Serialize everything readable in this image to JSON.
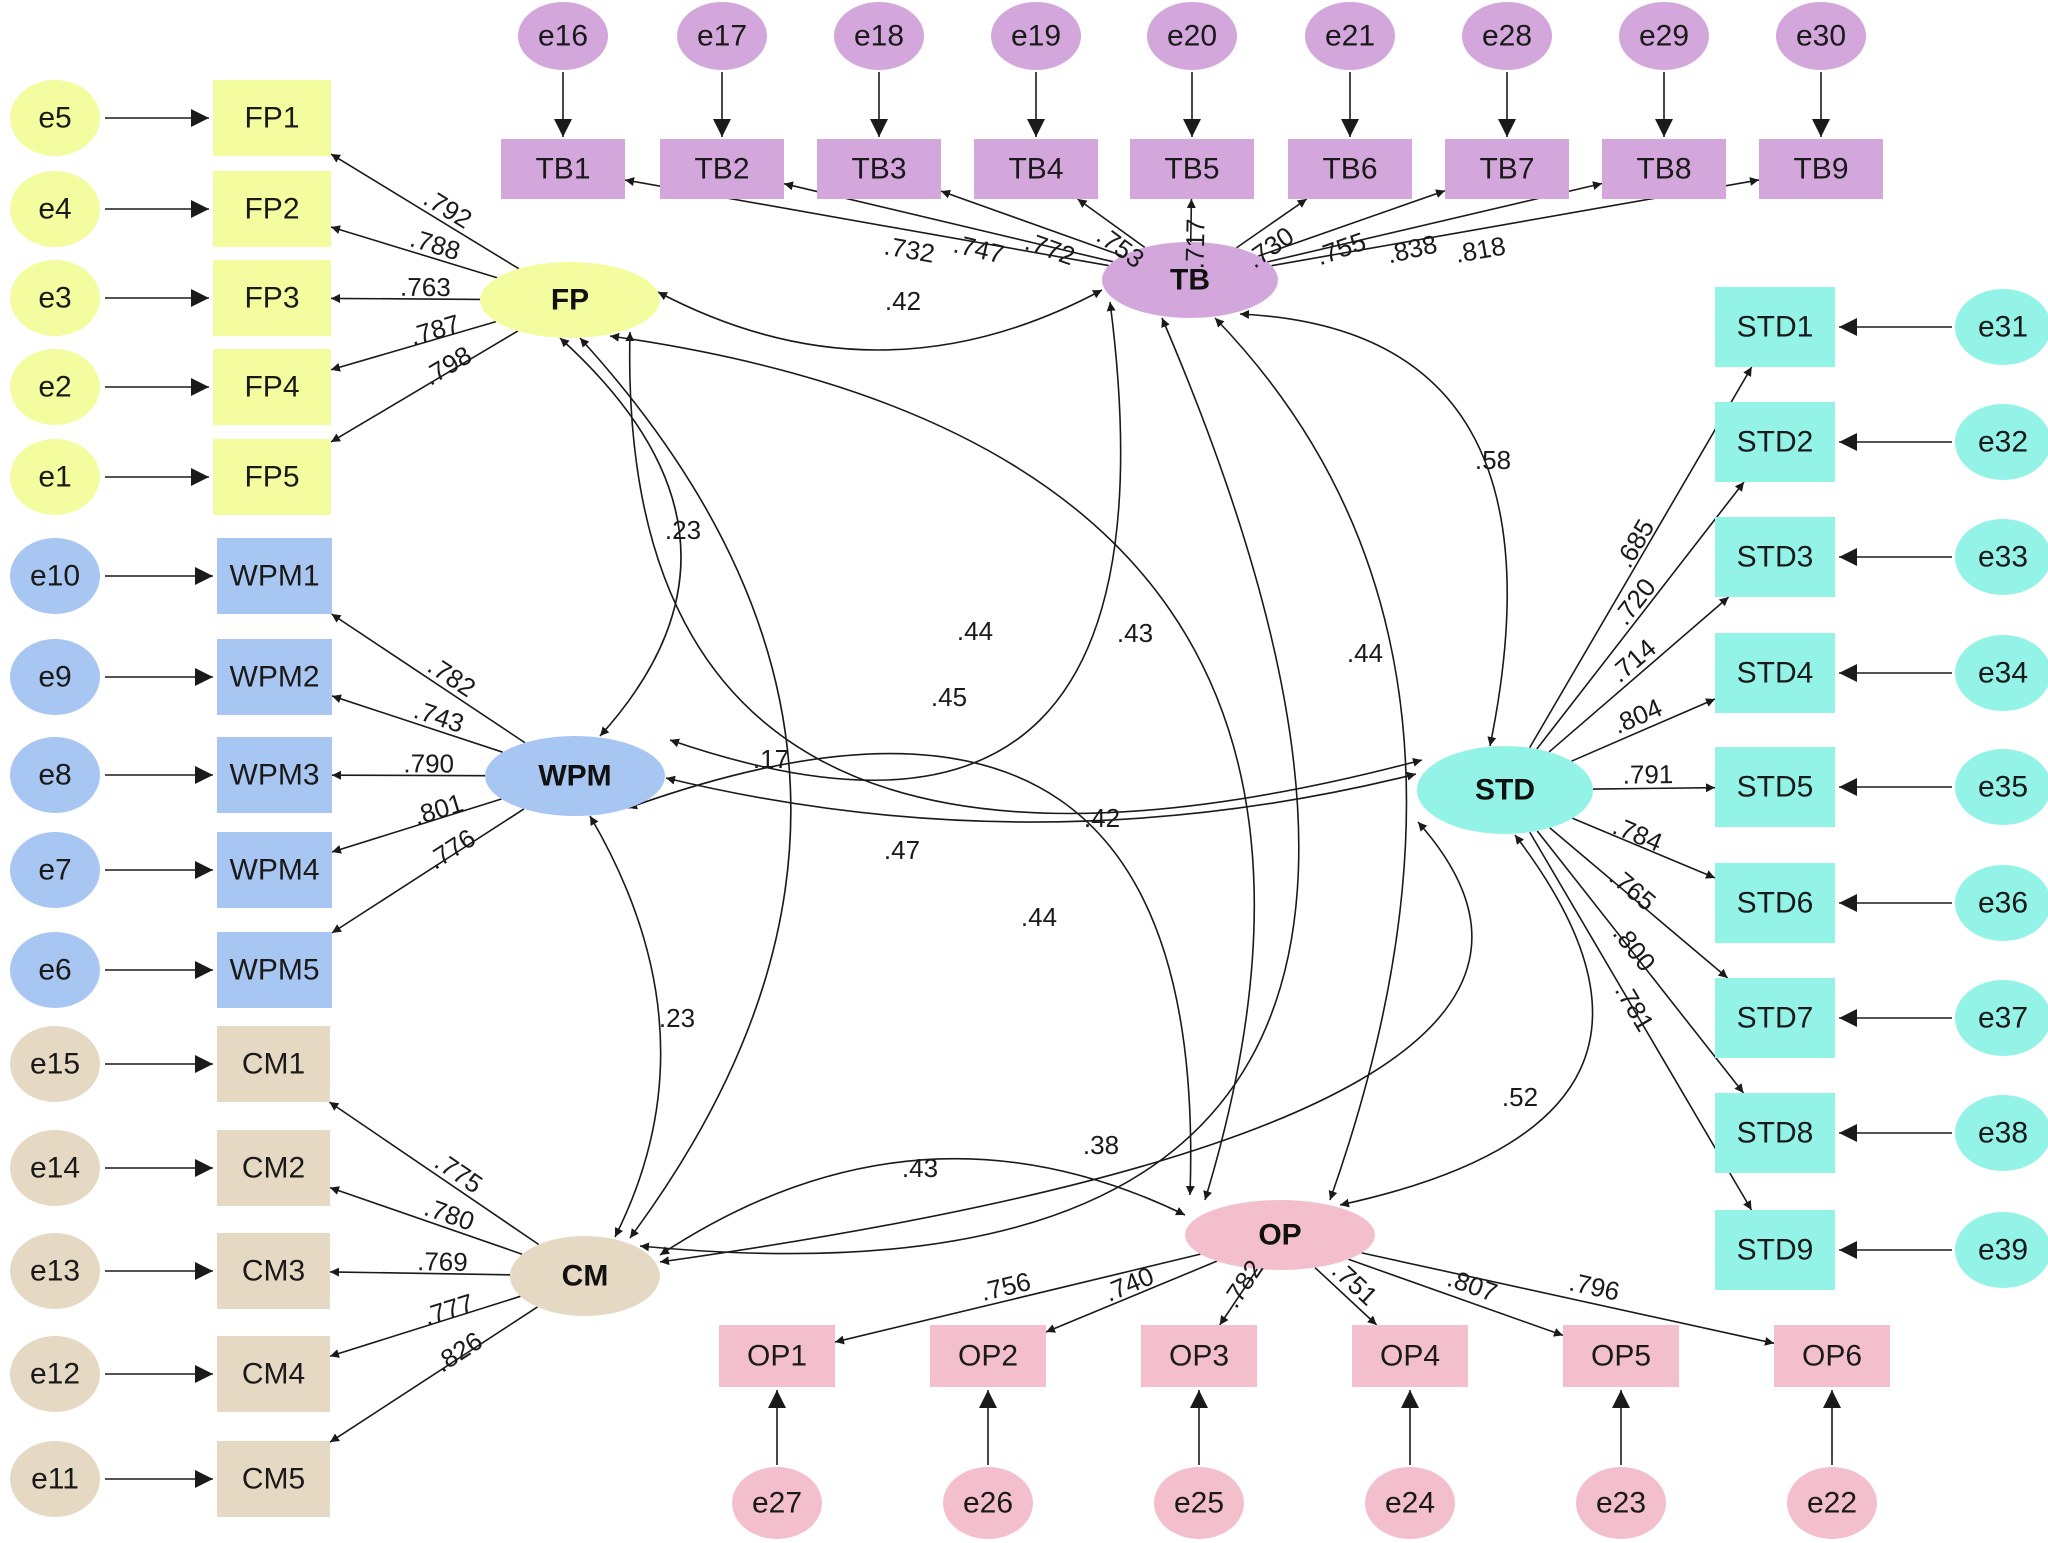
{
  "colors": {
    "FP": "#f3fc9e",
    "WPM": "#a8c6f2",
    "CM": "#e6d9c3",
    "TB": "#d3a7dc",
    "STD": "#93f3e7",
    "OP": "#f4bfcd",
    "line": "#1a1a1a"
  },
  "latents": [
    {
      "id": "FP",
      "label": "FP"
    },
    {
      "id": "WPM",
      "label": "WPM"
    },
    {
      "id": "CM",
      "label": "CM"
    },
    {
      "id": "TB",
      "label": "TB"
    },
    {
      "id": "STD",
      "label": "STD"
    },
    {
      "id": "OP",
      "label": "OP"
    }
  ],
  "indicators": {
    "FP": [
      {
        "label": "FP1",
        "error": "e5",
        "loading": ".792"
      },
      {
        "label": "FP2",
        "error": "e4",
        "loading": ".788"
      },
      {
        "label": "FP3",
        "error": "e3",
        "loading": ".763"
      },
      {
        "label": "FP4",
        "error": "e2",
        "loading": ".787"
      },
      {
        "label": "FP5",
        "error": "e1",
        "loading": ".798"
      }
    ],
    "WPM": [
      {
        "label": "WPM1",
        "error": "e10",
        "loading": ".782"
      },
      {
        "label": "WPM2",
        "error": "e9",
        "loading": ".743"
      },
      {
        "label": "WPM3",
        "error": "e8",
        "loading": ".790"
      },
      {
        "label": "WPM4",
        "error": "e7",
        "loading": ".801"
      },
      {
        "label": "WPM5",
        "error": "e6",
        "loading": ".776"
      }
    ],
    "CM": [
      {
        "label": "CM1",
        "error": "e15",
        "loading": ".775"
      },
      {
        "label": "CM2",
        "error": "e14",
        "loading": ".780"
      },
      {
        "label": "CM3",
        "error": "e13",
        "loading": ".769"
      },
      {
        "label": "CM4",
        "error": "e12",
        "loading": ".777"
      },
      {
        "label": "CM5",
        "error": "e11",
        "loading": ".826"
      }
    ],
    "TB": [
      {
        "label": "TB1",
        "error": "e16",
        "loading": ".732"
      },
      {
        "label": "TB2",
        "error": "e17",
        "loading": ".747"
      },
      {
        "label": "TB3",
        "error": "e18",
        "loading": ".772"
      },
      {
        "label": "TB4",
        "error": "e19",
        "loading": ".753"
      },
      {
        "label": "TB5",
        "error": "e20",
        "loading": ".717"
      },
      {
        "label": "TB6",
        "error": "e21",
        "loading": ".730"
      },
      {
        "label": "TB7",
        "error": "e28",
        "loading": ".755"
      },
      {
        "label": "TB8",
        "error": "e29",
        "loading": ".838"
      },
      {
        "label": "TB9",
        "error": "e30",
        "loading": ".818"
      }
    ],
    "STD": [
      {
        "label": "STD1",
        "error": "e31",
        "loading": ".685"
      },
      {
        "label": "STD2",
        "error": "e32",
        "loading": ".720"
      },
      {
        "label": "STD3",
        "error": "e33",
        "loading": ".714"
      },
      {
        "label": "STD4",
        "error": "e34",
        "loading": ".804"
      },
      {
        "label": "STD5",
        "error": "e35",
        "loading": ".791"
      },
      {
        "label": "STD6",
        "error": "e36",
        "loading": ".784"
      },
      {
        "label": "STD7",
        "error": "e37",
        "loading": ".765"
      },
      {
        "label": "STD8",
        "error": "e38",
        "loading": ".800"
      },
      {
        "label": "STD9",
        "error": "e39",
        "loading": ".781"
      }
    ],
    "OP": [
      {
        "label": "OP1",
        "error": "e27",
        "loading": ".756"
      },
      {
        "label": "OP2",
        "error": "e26",
        "loading": ".740"
      },
      {
        "label": "OP3",
        "error": "e25",
        "loading": ".782"
      },
      {
        "label": "OP4",
        "error": "e24",
        "loading": ".751"
      },
      {
        "label": "OP5",
        "error": "e23",
        "loading": ".807"
      },
      {
        "label": "OP6",
        "error": "e22",
        "loading": ".796"
      }
    ]
  },
  "covariances": [
    {
      "from": "FP",
      "to": "TB",
      "value": ".42"
    },
    {
      "from": "FP",
      "to": "WPM",
      "value": ".23"
    },
    {
      "from": "FP",
      "to": "STD",
      "value": ".44"
    },
    {
      "from": "FP",
      "to": "OP",
      "value": ".43"
    },
    {
      "from": "FP",
      "to": "CM",
      "value": ".17"
    },
    {
      "from": "TB",
      "to": "STD",
      "value": ".58"
    },
    {
      "from": "TB",
      "to": "WPM",
      "value": ".45"
    },
    {
      "from": "TB",
      "to": "CM",
      "value": ".42"
    },
    {
      "from": "TB",
      "to": "OP",
      "value": ".44"
    },
    {
      "from": "WPM",
      "to": "STD",
      "value": ".47"
    },
    {
      "from": "WPM",
      "to": "OP",
      "value": ".44"
    },
    {
      "from": "WPM",
      "to": "CM",
      "value": ".23"
    },
    {
      "from": "CM",
      "to": "STD",
      "value": ".38"
    },
    {
      "from": "CM",
      "to": "OP",
      "value": ".43"
    },
    {
      "from": "STD",
      "to": "OP",
      "value": ".52"
    }
  ]
}
